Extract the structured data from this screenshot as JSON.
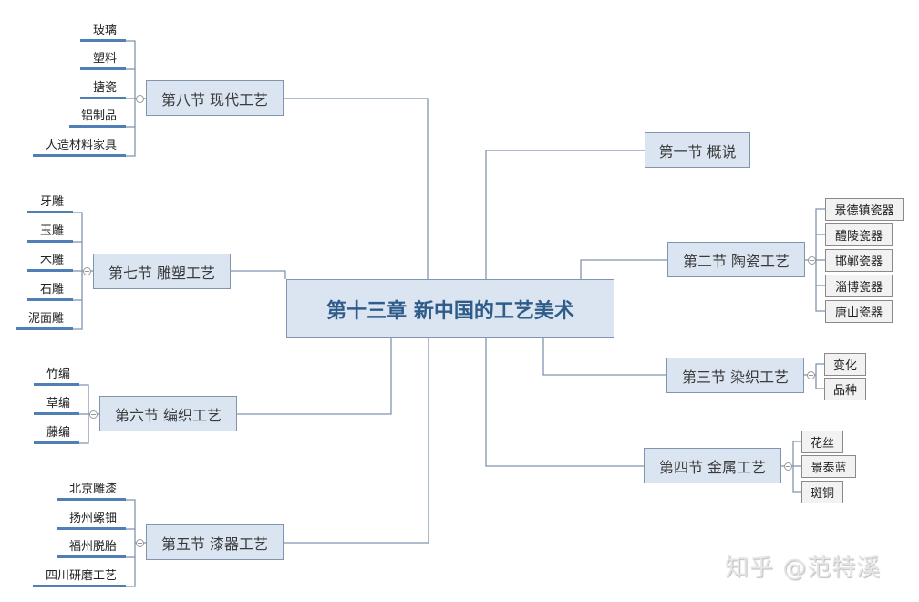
{
  "central": {
    "label": "第十三章 新中国的工艺美术"
  },
  "sections": {
    "s1": {
      "label": "第一节 概说",
      "children": []
    },
    "s2": {
      "label": "第二节 陶瓷工艺",
      "children": [
        "景德镇瓷器",
        "醴陵瓷器",
        "邯郸瓷器",
        "淄博瓷器",
        "唐山瓷器"
      ]
    },
    "s3": {
      "label": "第三节 染织工艺",
      "children": [
        "变化",
        "品种"
      ]
    },
    "s4": {
      "label": "第四节 金属工艺",
      "children": [
        "花丝",
        "景泰蓝",
        "斑铜"
      ]
    },
    "s5": {
      "label": "第五节 漆器工艺",
      "children": [
        "北京雕漆",
        "扬州螺钿",
        "福州脱胎",
        "四川研磨工艺"
      ]
    },
    "s6": {
      "label": "第六节 编织工艺",
      "children": [
        "竹编",
        "草编",
        "藤编"
      ]
    },
    "s7": {
      "label": "第七节 雕塑工艺",
      "children": [
        "牙雕",
        "玉雕",
        "木雕",
        "石雕",
        "泥面雕"
      ]
    },
    "s8": {
      "label": "第八节 现代工艺",
      "children": [
        "玻璃",
        "塑料",
        "搪瓷",
        "铝制品",
        "人造材料家具"
      ]
    }
  },
  "watermark": "知乎 @范特溪",
  "colors": {
    "node_fill": "#dbe5f1",
    "node_border": "#7f95b0",
    "central_text": "#2f5c8a",
    "leaf_bar": "#4f7fb5",
    "line": "#7f95b0"
  }
}
